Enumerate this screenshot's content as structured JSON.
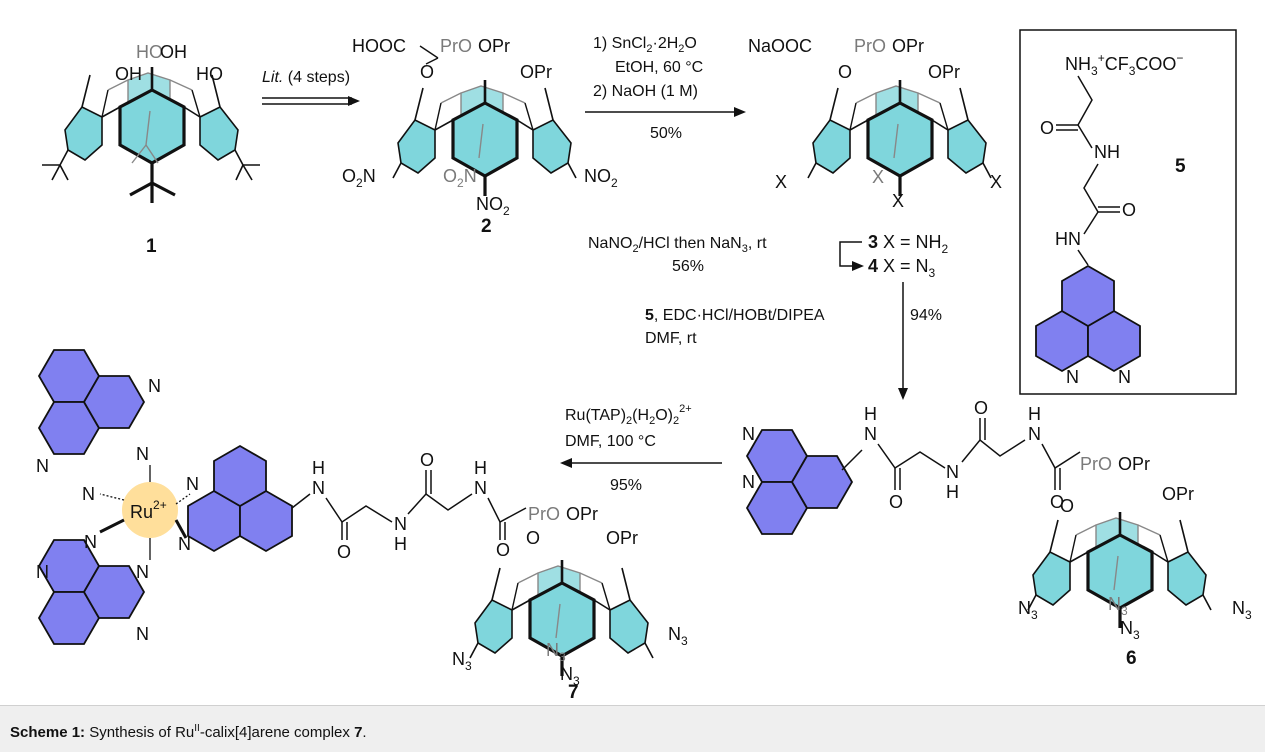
{
  "scheme": {
    "compound_labels": {
      "c1": "1",
      "c2": "2",
      "c5": "5",
      "c6": "6",
      "c7": "7",
      "c3_label": "3",
      "c3_rest": " X = NH",
      "c3_sub": "2",
      "c4_label": "4",
      "c4_rest": " X = N",
      "c4_sub": "3"
    },
    "step1": {
      "italic": "Lit.",
      "rest": " (4 steps)"
    },
    "step2": {
      "line1_a": "1) SnCl",
      "line1_sub": "2",
      "line1_b": "·2H",
      "line1_sub2": "2",
      "line1_c": "O",
      "line2": "EtOH, 60 °C",
      "line3": "2) NaOH (1 M)",
      "yield": "50%"
    },
    "step3": {
      "reagent_a": "NaNO",
      "reagent_sub": "2",
      "reagent_b": "/HCl then NaN",
      "reagent_sub2": "3",
      "reagent_c": ", rt",
      "yield": "56%"
    },
    "step4": {
      "bold": "5",
      "reagent": ", EDC·HCl/HOBt/DIPEA",
      "solvent": "DMF, rt",
      "yield": "94%"
    },
    "step5": {
      "reagent_a": "Ru(TAP)",
      "reagent_sub": "2",
      "reagent_b": "(H",
      "reagent_sub2": "2",
      "reagent_c": "O)",
      "reagent_sub3": "2",
      "reagent_sup": "2+",
      "conditions": "DMF, 100 °C",
      "yield": "95%"
    },
    "atoms": {
      "ho": "HO",
      "oh": "OH",
      "hooc": "HOOC",
      "naooc": "NaOOC",
      "pro": "PrO",
      "opr": "OPr",
      "o": "O",
      "no2_a": "NO",
      "no2_sub": "2",
      "o2n_a": "O",
      "o2n_sub": "2",
      "o2n_b": "N",
      "x": "X",
      "n": "N",
      "h": "H",
      "nh": "NH",
      "hn": "HN",
      "n3_a": "N",
      "n3_sub": "3",
      "nh3": "NH",
      "nh3_sub": "3",
      "nh3_sup": "+",
      "cf3": "CF",
      "cf3_sub": "3",
      "coo": "COO",
      "coo_sup": "−",
      "ru": "Ru",
      "ru_sup": "2+"
    }
  },
  "caption": {
    "prefix": "Scheme 1:",
    "text_a": " Synthesis of Ru",
    "sup": "II",
    "text_b": "-calix[4]arene complex ",
    "bold_num": "7",
    "end": "."
  },
  "colors": {
    "calix_ring_fill": "#7fd6dc",
    "phen_fill": "#8080f0",
    "ru_glow": "#ffd98a",
    "caption_bg": "#efefef"
  }
}
